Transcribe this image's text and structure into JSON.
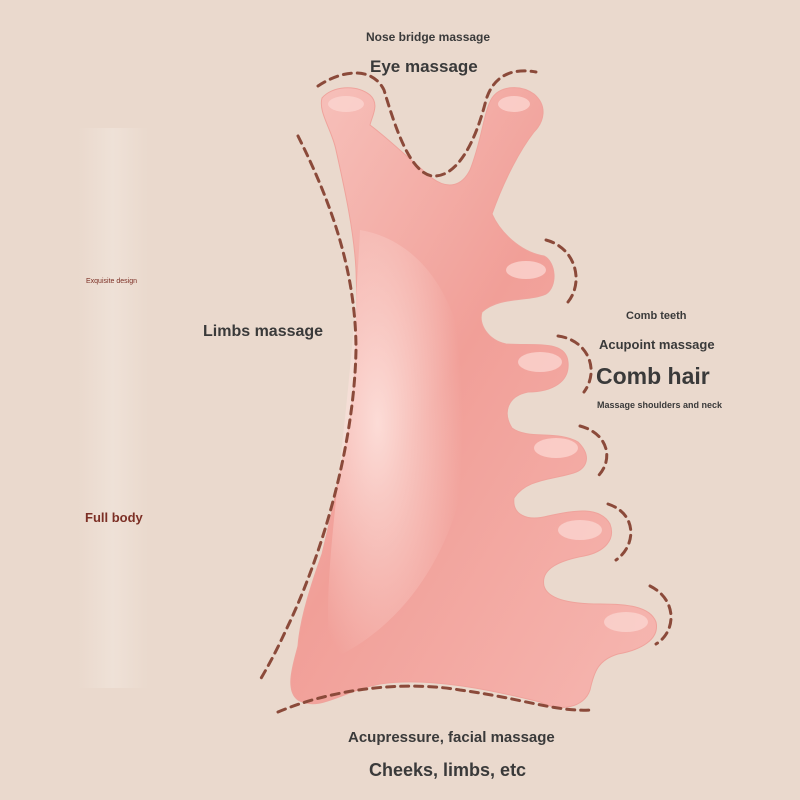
{
  "labels": {
    "nose_bridge": "Nose bridge massage",
    "eye": "Eye massage",
    "exquisite": "Exquisite design",
    "limbs": "Limbs massage",
    "comb_teeth": "Comb teeth",
    "acupoint": "Acupoint massage",
    "comb_hair": "Comb hair",
    "shoulders": "Massage shoulders and neck",
    "full_body": "Full body",
    "acupressure": "Acupressure, facial massage",
    "cheeks": "Cheeks, limbs, etc"
  },
  "colors": {
    "background": "#ead9cd",
    "tool_pink": "#f3a8a2",
    "dash_brown": "#8b4a3a",
    "accent_red": "#7c2f25"
  }
}
